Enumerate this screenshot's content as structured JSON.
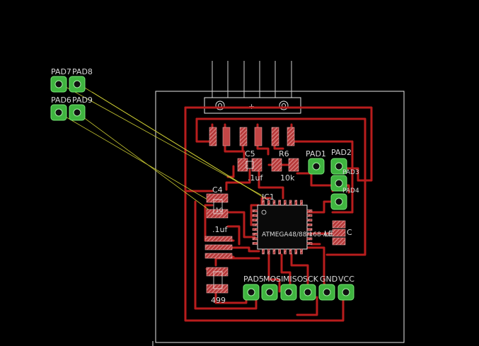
{
  "labels": {
    "pad7": "PAD7",
    "pad8": "PAD8",
    "pad6": "PAD6",
    "pad9": "PAD9",
    "pad1": "PAD1",
    "pad2": "PAD2",
    "pad3": "PAD3",
    "pad4": "PAD4",
    "pad5": "PAD5",
    "c5": "C5",
    "c5_value": ".1uf",
    "r6": "R6",
    "r6_value": "10k",
    "c4": "C4",
    "c4_value": ".1uf",
    "c4_value_b": "10",
    "ic1": "IC1",
    "ic_name": "ATMEGA48/88/168-AU",
    "r499": "499",
    "le": "LE",
    "c_side": "C",
    "mosi": "MOSI",
    "miso": "MISO",
    "sck": "SCK",
    "gnd": "GND",
    "vcc": "VCC",
    "hdr_plus": "+"
  },
  "colors": {
    "background": "#000000",
    "trace": "#b81d1d",
    "pad": "#3fb43f",
    "smd": "#c34646",
    "ratsnest": "#c9c932",
    "outline": "#e8e8e8"
  }
}
